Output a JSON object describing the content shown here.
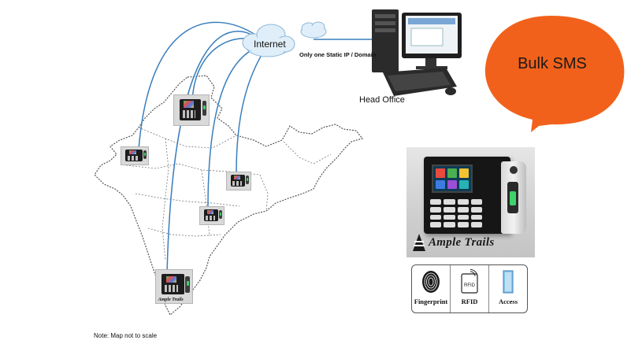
{
  "labels": {
    "internet": "Internet",
    "static_ip": "Only one Static IP / Domain",
    "head_office": "Head Office",
    "note": "Note: Map not to scale"
  },
  "callout": {
    "text": "Bulk SMS",
    "color": "#f2611b"
  },
  "brand": {
    "name": "Ample Trails",
    "mini": "Ample Trails"
  },
  "features": [
    {
      "label": "Fingerprint",
      "icon": "fingerprint-icon"
    },
    {
      "label": "RFID",
      "icon": "rfid-card-icon"
    },
    {
      "label": "Access",
      "icon": "door-access-icon"
    }
  ],
  "colors": {
    "link_line": "#3a7ebc",
    "cloud": "#dfeef8",
    "cloud_edge": "#8fb8d8",
    "map_outline": "#555555"
  }
}
